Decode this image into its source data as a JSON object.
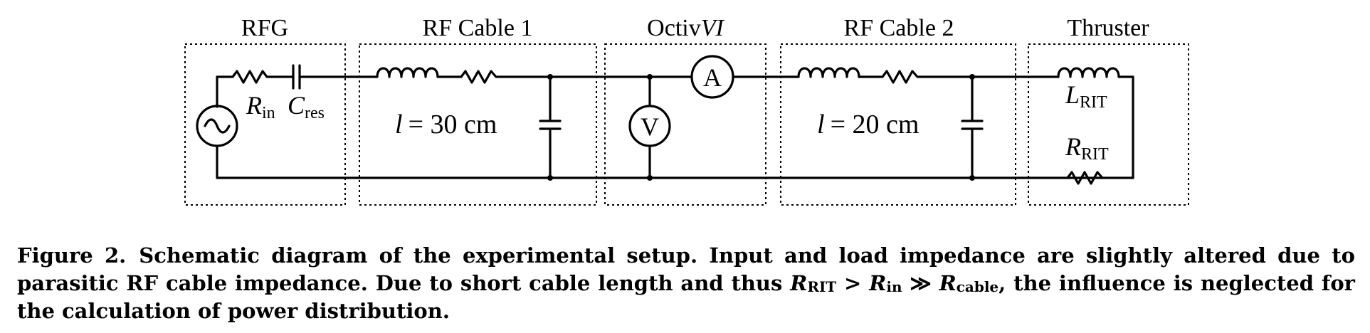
{
  "blocks": {
    "rfg": "RFG",
    "cable1": "RF Cable 1",
    "octiv_prefix": "Octiv",
    "octiv_suffix": "VI",
    "cable2": "RF Cable 2",
    "thruster": "Thruster"
  },
  "components": {
    "r_in_symbol": "R",
    "r_in_sub": "in",
    "c_res_symbol": "C",
    "c_res_sub": "res",
    "cable1_length_var": "l",
    "cable1_length": "= 30 cm",
    "cable2_length_var": "l",
    "cable2_length": "= 20 cm",
    "ammeter": "A",
    "voltmeter": "V",
    "l_rit_symbol": "L",
    "l_rit_sub": "RIT",
    "r_rit_symbol": "R",
    "r_rit_sub": "RIT"
  },
  "caption": {
    "label": "Figure 2.",
    "text_1": "Schematic diagram of the experimental setup. Input and load impedance are slightly altered due to parasitic RF cable impedance. Due to short cable length and thus ",
    "r_rit": "R",
    "r_rit_sub": "RIT",
    "gt": " > ",
    "r_in": "R",
    "r_in_sub": "in",
    "gg": " ≫ ",
    "r_cable": "R",
    "r_cable_sub": "cable",
    "text_2": ", the influence is neglected for the calculation of power distribution."
  }
}
